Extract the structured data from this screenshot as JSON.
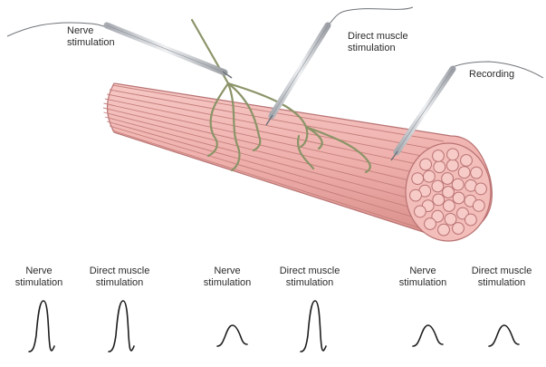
{
  "diagram": {
    "labels": {
      "nerve_stimulation": [
        "Nerve",
        "stimulation"
      ],
      "direct_muscle_stimulation": [
        "Direct muscle",
        "stimulation"
      ],
      "recording": "Recording"
    },
    "panels": [
      {
        "nerve_label": [
          "Nerve",
          "stimulation"
        ],
        "direct_label": [
          "Direct muscle",
          "stimulation"
        ],
        "nerve_response": "large",
        "direct_response": "large"
      },
      {
        "nerve_label": [
          "Nerve",
          "stimulation"
        ],
        "direct_label": [
          "Direct muscle",
          "stimulation"
        ],
        "nerve_response": "small",
        "direct_response": "large"
      },
      {
        "nerve_label": [
          "Nerve",
          "stimulation"
        ],
        "direct_label": [
          "Direct muscle",
          "stimulation"
        ],
        "nerve_response": "small",
        "direct_response": "small"
      }
    ],
    "colors": {
      "muscle_fill": "#f0b3b0",
      "muscle_stroke": "#b87272",
      "nerve": "#8b9468",
      "electrode": "#c9ccd0",
      "electrode_dark": "#8a8e94",
      "text": "#2a2a2a"
    }
  }
}
